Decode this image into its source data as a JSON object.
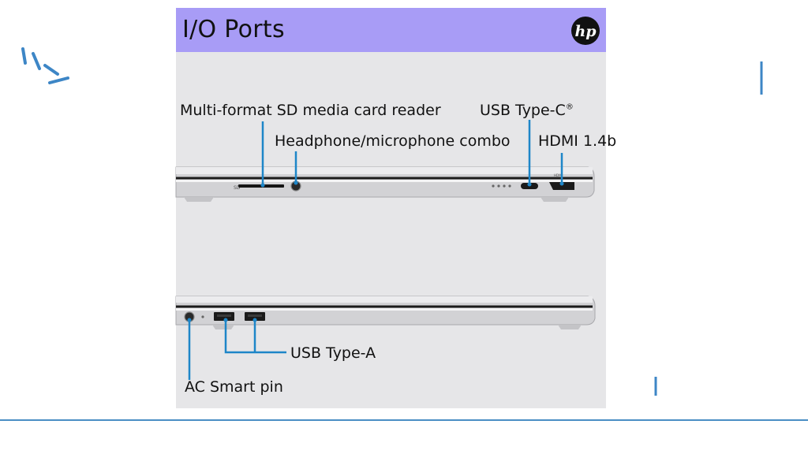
{
  "header": {
    "title": "I/O Ports",
    "logo_text": "hp"
  },
  "labels": {
    "sd_reader": "Multi-format SD media card reader",
    "headphone": "Headphone/microphone combo",
    "usb_c": "USB Type-C",
    "usb_c_mark": "®",
    "hdmi": "HDMI 1.4b",
    "usb_a": "USB Type-A",
    "ac_pin": "AC Smart pin"
  },
  "port_marks": {
    "sd": "SD",
    "hdmi": "HDMI"
  },
  "colors": {
    "header_bg": "#a89cf6",
    "panel_bg": "#e6e6e8",
    "callout_line": "#1e86c8",
    "accent_blue": "#3d86c6"
  },
  "icons": [
    "hp-logo",
    "sparkle-icon"
  ]
}
